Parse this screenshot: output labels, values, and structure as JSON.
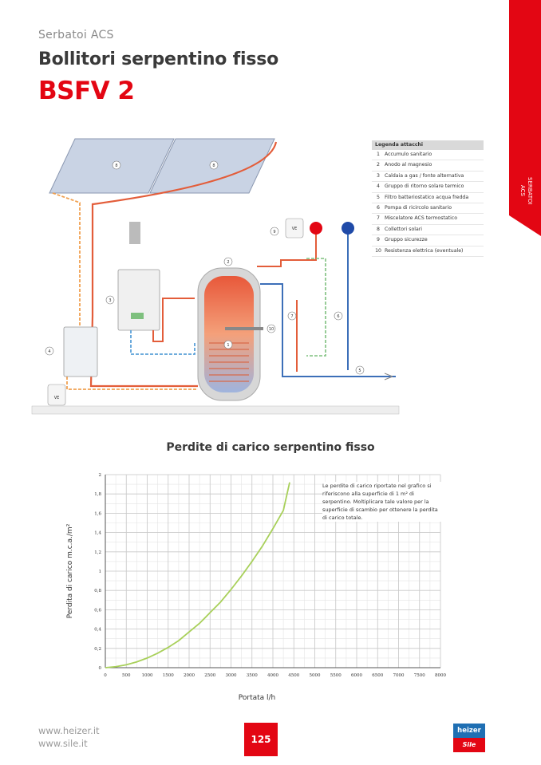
{
  "header": {
    "category": "Serbatoi ACS",
    "title": "Bollitori serpentino fisso",
    "model": "BSFV 2"
  },
  "side_tab": {
    "label_line1": "SERBATOI",
    "label_line2": "ACS",
    "color": "#e30613"
  },
  "legend": {
    "title": "Legenda attacchi",
    "items": [
      {
        "n": "1",
        "text": "Accumulo sanitario"
      },
      {
        "n": "2",
        "text": "Anodo al magnesio"
      },
      {
        "n": "3",
        "text": "Caldaia a gas / fonte alternativa"
      },
      {
        "n": "4",
        "text": "Gruppo di ritorno solare termico"
      },
      {
        "n": "5",
        "text": "Filtro batteriostatico acqua fredda"
      },
      {
        "n": "6",
        "text": "Pompa di ricircolo sanitario"
      },
      {
        "n": "7",
        "text": "Miscelatore ACS termostatico"
      },
      {
        "n": "8",
        "text": "Collettori solari"
      },
      {
        "n": "9",
        "text": "Gruppo sicurezze"
      },
      {
        "n": "10",
        "text": "Resistenza elettrica (eventuale)"
      }
    ]
  },
  "diagram": {
    "callouts": [
      "1",
      "2",
      "3",
      "4",
      "5",
      "6",
      "7",
      "8",
      "8",
      "9",
      "10"
    ],
    "vessel_labels": [
      "VE",
      "VE"
    ]
  },
  "chart": {
    "title": "Perdite di carico serpentino fisso",
    "note": "Le perdite di carico riportate nel grafico si riferiscono alla superficie di 1 m² di serpentino. Moltiplicare tale valore per la superficie di scambio per ottenere la perdita di carico totale.",
    "curve_color": "#a8d05a"
  },
  "chart_data": {
    "type": "line",
    "title": "Perdite di carico serpentino fisso",
    "xlabel": "Portata l/h",
    "ylabel": "Perdita di carico m.c.a./m²",
    "xlim": [
      0,
      8000
    ],
    "ylim": [
      0,
      2
    ],
    "xticks": [
      0,
      500,
      1000,
      1500,
      2000,
      2500,
      3000,
      3500,
      4000,
      4500,
      5000,
      5500,
      6000,
      6500,
      7000,
      7500,
      8000
    ],
    "xtick_labels": [
      "0",
      "500",
      "1000",
      "1500",
      "2000",
      "2500",
      "3000",
      "3500",
      "4000",
      "4500",
      "5000",
      "5500",
      "6000",
      "6500",
      "7000",
      "7500",
      "8000"
    ],
    "yticks": [
      0,
      0.2,
      0.4,
      0.6,
      0.8,
      1,
      1.2,
      1.4,
      1.6,
      1.8,
      2
    ],
    "ytick_labels": [
      "0",
      "0,2",
      "0,4",
      "0,6",
      "0,8",
      "1",
      "1,2",
      "1,4",
      "1,6",
      "1,8",
      "2"
    ],
    "grid": true,
    "series": [
      {
        "x": [
          0,
          250,
          500,
          750,
          1000,
          1250,
          1500,
          1750,
          2000,
          2250,
          2500,
          2750,
          3000,
          3250,
          3500,
          3750,
          4000,
          4250,
          4400
        ],
        "y": [
          0,
          0.01,
          0.03,
          0.06,
          0.1,
          0.15,
          0.21,
          0.28,
          0.37,
          0.46,
          0.57,
          0.68,
          0.81,
          0.95,
          1.1,
          1.26,
          1.44,
          1.63,
          1.92
        ]
      }
    ]
  },
  "footer": {
    "link1": "www.heizer.it",
    "link2": "www.sile.it",
    "page": "125",
    "logo_top": "heizer",
    "logo_bottom": "Sile"
  }
}
